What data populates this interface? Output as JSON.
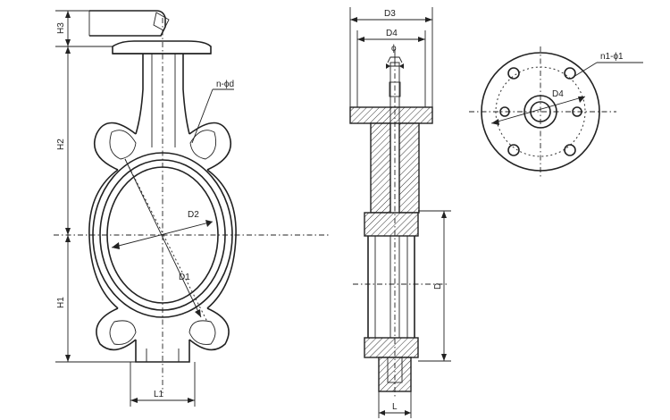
{
  "labels": {
    "h3": "H3",
    "h2": "H2",
    "h1": "H1",
    "l1": "L1",
    "n_phi_d": "n-ϕd",
    "d2": "D2",
    "d1": "D1",
    "d3": "D3",
    "d4_side": "D4",
    "phi": "ϕ",
    "d": "D",
    "l": "L",
    "n1_phi1": "n1-ϕ1",
    "d4_top": "D4"
  }
}
